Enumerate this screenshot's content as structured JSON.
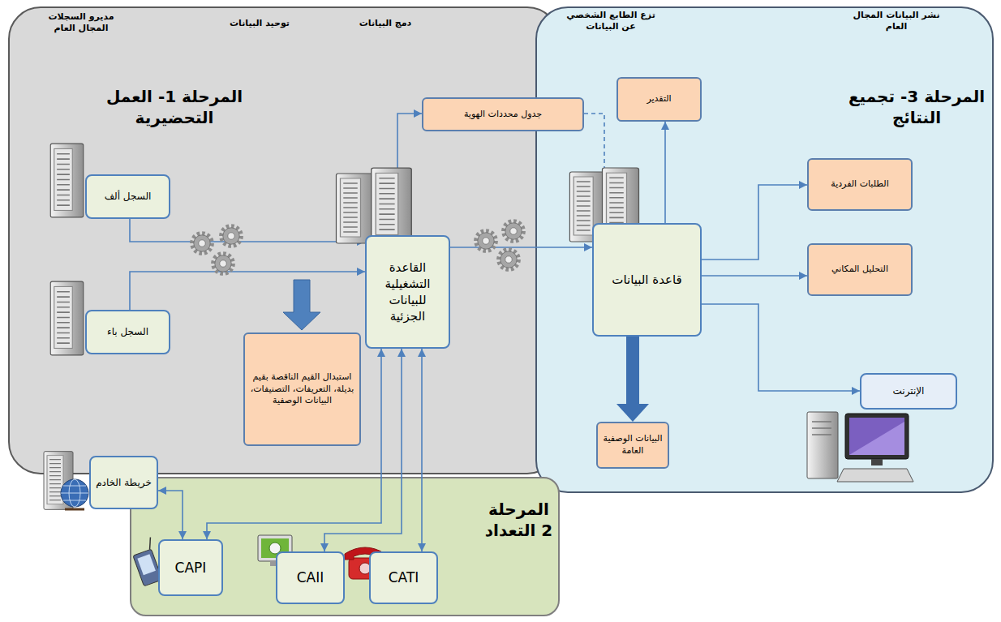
{
  "diagram": {
    "nodes": [
      {
        "text": [
          "المرحلة 1- العمل التحضيرية"
        ]
      },
      {
        "text": [
          "السجل ألف"
        ],
        "in": 0
      },
      {
        "text": [
          "السجل باء"
        ],
        "in": 0
      },
      {
        "text": [
          "القاعدة التشغيلية للبيانات الجزئية"
        ],
        "in": 0
      },
      {
        "text": [
          "استبدال القيم الناقصة بقيم بديلة، التعريفات، التصنيفات، البيانات الوصفية"
        ],
        "in": 0
      },
      {
        "text": [
          "جدول محددات الهوية"
        ]
      },
      {
        "text": [
          "المرحلة 3- تجميع النتائج"
        ]
      },
      {
        "text": [
          "التقدير"
        ],
        "in": 6
      },
      {
        "text": [
          "قاعدة البيانات"
        ],
        "in": 6
      },
      {
        "text": [
          "الطلبات الفردية"
        ],
        "in": 6
      },
      {
        "text": [
          "التحليل المكاني"
        ],
        "in": 6
      },
      {
        "text": [
          "الإنترنت"
        ],
        "in": 6
      },
      {
        "text": [
          "البيانات الوصفية العامة"
        ],
        "in": 6
      },
      {
        "text": [
          "المرحلة 2 التعداد"
        ]
      },
      {
        "text": [
          "خريطة الخادم"
        ]
      },
      {
        "text": [
          "CAPI"
        ],
        "in": 13
      },
      {
        "text": [
          "CAII"
        ],
        "in": 13
      },
      {
        "text": [
          "CATI"
        ],
        "in": 13
      }
    ],
    "edges": [
      {
        "from": 1,
        "to": 3,
        "arrow": "to"
      },
      {
        "from": 2,
        "to": 3,
        "arrow": "to"
      },
      {
        "from": 3,
        "to": 5,
        "arrow": "to"
      },
      {
        "from": 3,
        "to": 8,
        "arrow": "to"
      },
      {
        "from": 5,
        "to": 8,
        "arrow": "to"
      },
      {
        "from": 8,
        "to": 7,
        "arrow": "to"
      },
      {
        "from": 8,
        "to": 9,
        "arrow": "to"
      },
      {
        "from": 8,
        "to": 10,
        "arrow": "to"
      },
      {
        "from": 8,
        "to": 11,
        "arrow": "to"
      },
      {
        "from": 8,
        "to": 12,
        "arrow": "to"
      },
      {
        "from": 14,
        "to": 15,
        "arrow": "both"
      },
      {
        "from": 15,
        "to": 3,
        "arrow": "both"
      },
      {
        "from": 16,
        "to": 3,
        "arrow": "both"
      },
      {
        "from": 17,
        "to": 3,
        "arrow": "both"
      }
    ],
    "labels": [
      "مديرو السجلات المجال العام",
      "توحيد البيانات",
      "دمج البيانات",
      "تزع الطابع الشخصي عن البيانات",
      "نشر البيانات المجال العام"
    ]
  }
}
